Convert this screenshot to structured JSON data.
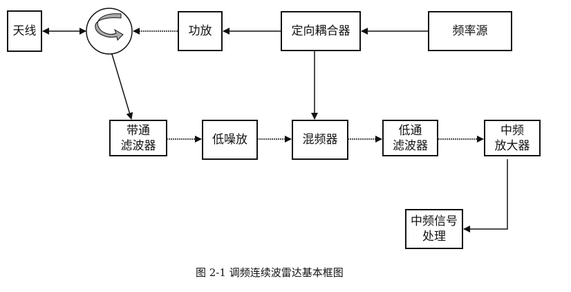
{
  "blocks": {
    "antenna": "天线",
    "power_amp": "功放",
    "coupler": "定向耦合器",
    "freq_source": "频率源",
    "bandpass_1": "带通",
    "bandpass_2": "滤波器",
    "lna": "低噪放",
    "mixer": "混频器",
    "lowpass_1": "低通",
    "lowpass_2": "滤波器",
    "if_amp_1": "中频",
    "if_amp_2": "放大器",
    "if_proc_1": "中频信号",
    "if_proc_2": "处理"
  },
  "caption": "图 2-1  调频连续波雷达基本框图"
}
